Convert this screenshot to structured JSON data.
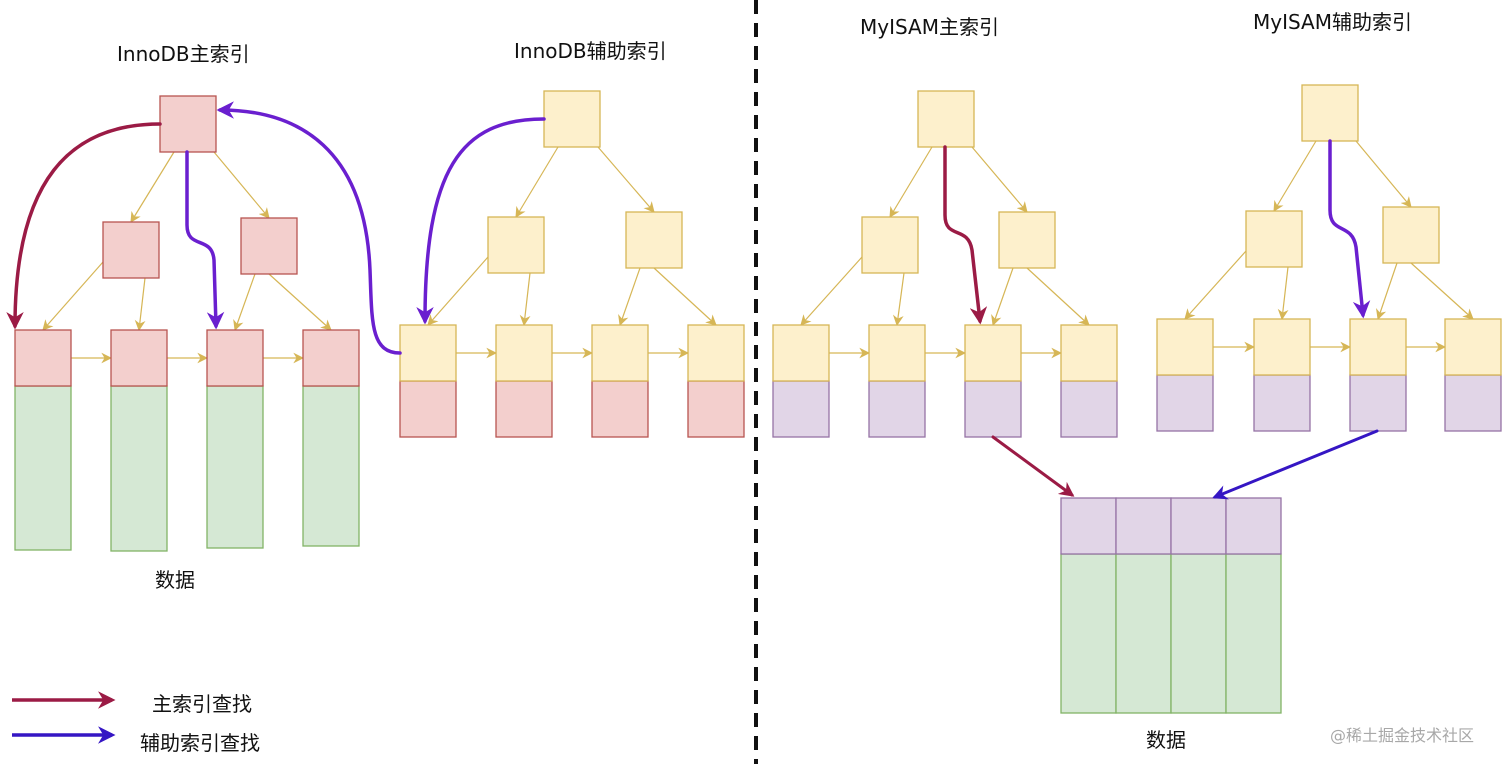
{
  "titles": {
    "innodb_primary": "InnoDB主索引",
    "innodb_secondary": "InnoDB辅助索引",
    "myisam_primary": "MyISAM主索引",
    "myisam_secondary": "MyISAM辅助索引"
  },
  "labels": {
    "innodb_data": "数据",
    "myisam_data": "数据"
  },
  "legend": [
    {
      "label": "主索引查找",
      "color": "#9b1b45"
    },
    {
      "label": "辅助索引查找",
      "color": "#3516c4"
    }
  ],
  "watermark": "@稀土掘金技术社区",
  "colors": {
    "pink_fill": "#f3cfcd",
    "pink_stroke": "#b85450",
    "yellow_fill": "#fdf0cc",
    "yellow_stroke": "#d6b656",
    "purple_fill": "#e1d5e7",
    "purple_stroke": "#9673a6",
    "green_fill": "#d5e8d4",
    "green_stroke": "#82b366",
    "tree_edge": "#d6b656",
    "primary_lookup": "#9b1b45",
    "secondary_lookup": "#6a1fcf",
    "secondary_lookup_legend": "#3516c4",
    "divider": "#111111"
  },
  "trees": [
    {
      "id": "innodb-primary",
      "node_style": "pink",
      "leaf_payload": "green-data"
    },
    {
      "id": "innodb-secondary",
      "node_style": "yellow",
      "leaf_payload": "pink-primary-key"
    },
    {
      "id": "myisam-primary",
      "node_style": "yellow",
      "leaf_payload": "purple-row-pointer"
    },
    {
      "id": "myisam-secondary",
      "node_style": "yellow",
      "leaf_payload": "purple-row-pointer"
    }
  ],
  "myisam_data_table": {
    "columns": 4
  }
}
